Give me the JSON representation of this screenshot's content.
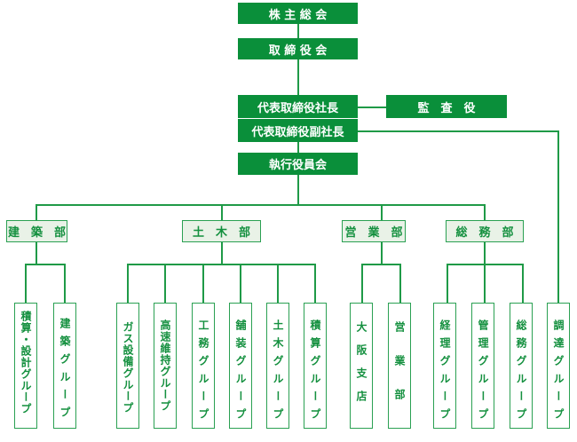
{
  "org_chart": {
    "colors": {
      "executive_fill": "#0a8f3a",
      "executive_text": "#ffffff",
      "department_fill": "#e9f2e7",
      "department_border": "#2aa052",
      "department_text": "#14903f",
      "group_fill": "#ffffff",
      "connector": "#1f9a47"
    },
    "executives": {
      "shareholders_meeting": "株 主 総 会",
      "board_of_directors": "取 締 役 会",
      "president": "代表取締役社長",
      "auditor": "監　査　役",
      "vice_president": "代表取締役副社長",
      "executive_committee": "執行役員会"
    },
    "departments": [
      {
        "name": "建　築　部",
        "groups": [
          "積算・設計グループ",
          "建築グループ"
        ]
      },
      {
        "name": "土　木　部",
        "groups": [
          "ガス設備グループ",
          "高速維持グループ",
          "工務グループ",
          "舗装グループ",
          "土木グループ",
          "積算グループ"
        ]
      },
      {
        "name": "営　業　部",
        "groups": [
          "大阪支店",
          "営業部"
        ]
      },
      {
        "name": "総　務　部",
        "groups": [
          "経理グループ",
          "管理グループ",
          "総務グループ"
        ]
      }
    ],
    "direct_report_group": "調達グループ"
  }
}
